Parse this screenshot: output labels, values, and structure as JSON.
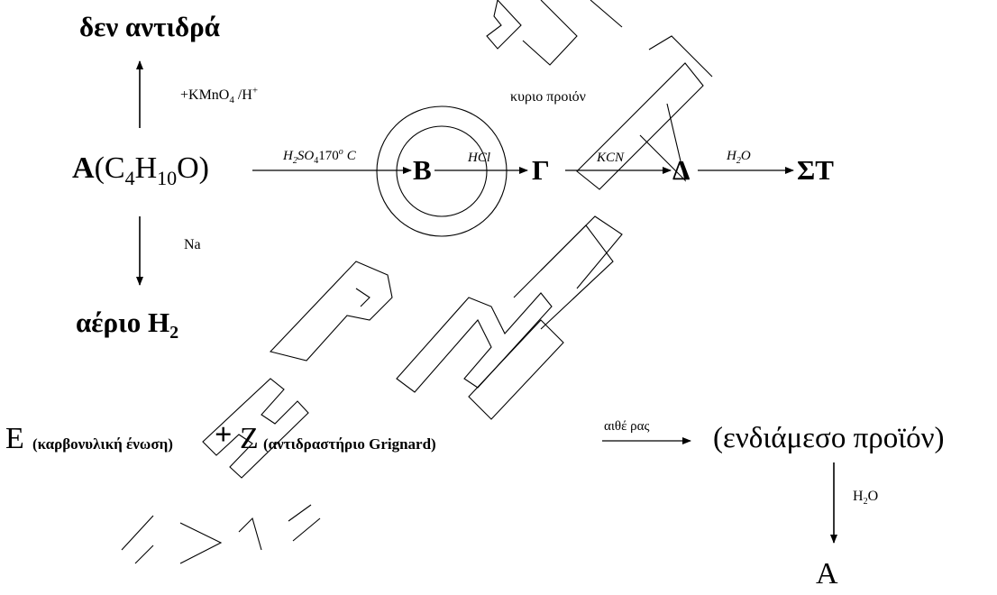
{
  "top": {
    "no_reaction": "δεν αντιδρά",
    "kmno4": "+KMnO",
    "kmno4_sub": "4",
    "kmno4_acid": " /H",
    "kmno4_sup": "+"
  },
  "main_row": {
    "A_bold": "A",
    "A_formula_open": "(C",
    "A_c_sub": "4",
    "A_h": "H",
    "A_h_sub": "10",
    "A_formula_close": "O)",
    "h2so4": "H",
    "h2so4_sub1": "2",
    "h2so4_so": "SO",
    "h2so4_sub2": "4",
    "h2so4_temp": "170",
    "h2so4_deg": "o",
    "h2so4_C": "C",
    "B": "B",
    "hcl": "HCl",
    "Gamma": "Γ",
    "kcn": "KCN",
    "Delta": "Δ",
    "h2o": "H",
    "h2o_sub": "2",
    "h2o_O": "O",
    "ST": "ΣT",
    "main_product": "κυριο προιόν"
  },
  "bottom_left": {
    "na": "Na",
    "gas": "αέριο H",
    "gas_sub": "2"
  },
  "grignard_row": {
    "E": "E",
    "E_desc": "(καρβονυλική ένωση)",
    "plus": "+",
    "Z": "Z",
    "Z_desc": "(αντιδραστήριο Grignard)",
    "ether": "αιθέ ρας",
    "intermediate": "(ενδιάμεσο προϊόν)",
    "h2o_label": "H",
    "h2o_label_sub": "2",
    "h2o_label_O": "O",
    "final_A": "A"
  },
  "colors": {
    "ink": "#000000",
    "watermark": "#000000"
  }
}
